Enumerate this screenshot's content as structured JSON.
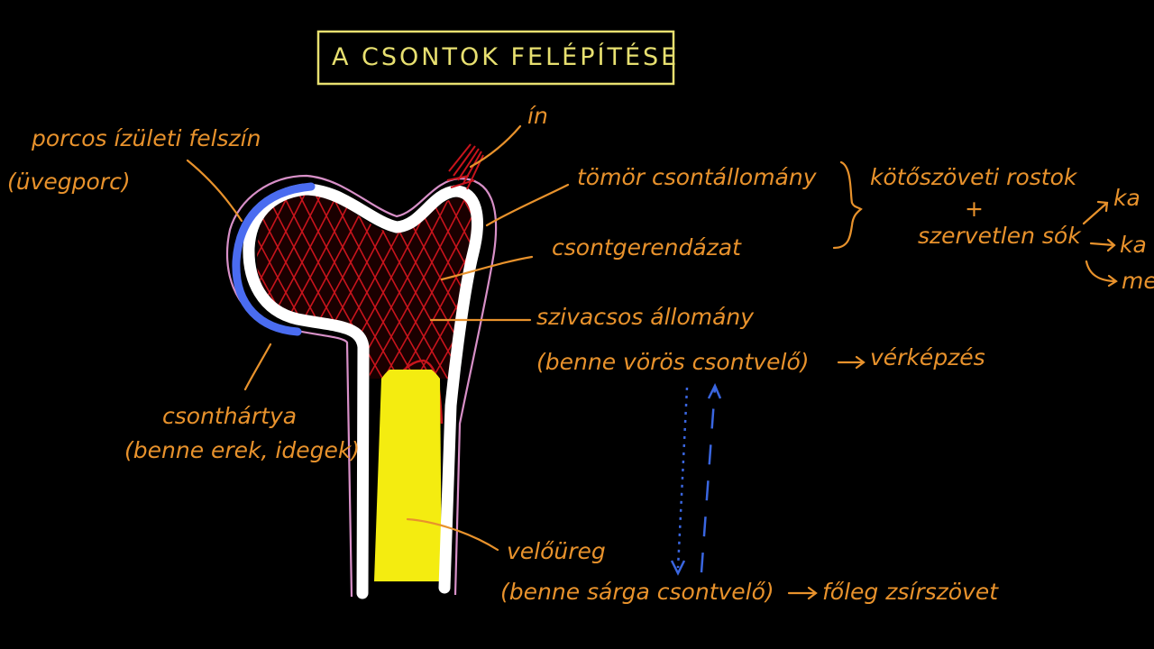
{
  "title": "A CSONTOK FELÉPÍTÉSE",
  "colors": {
    "background": "#000000",
    "label": "#e8922c",
    "title": "#e8e070",
    "bone_wall": "#ffffff",
    "spongy_lattice": "#c8141c",
    "cartilage": "#4a6cf0",
    "periosteum": "#d890c8",
    "yellow_marrow": "#f4ec10",
    "arrows_blue": "#3a66e0"
  },
  "labels": {
    "porcos_line1": "porcos ízületi felszín",
    "porcos_line2": "(üvegporc)",
    "in": "ín",
    "tomor": "tömör csontállomány",
    "kotoszoveti": "kötőszöveti rostok",
    "plus": "+",
    "szervetlen": "szervetlen sók",
    "ka1": "ka",
    "ka2": "ka",
    "me": "me",
    "gerenda": "csontgerendázat",
    "szivacsos": "szivacsos állomány",
    "benne_voros": "(benne vörös csontvelő)",
    "verkepzes": "vérképzés",
    "csonthartya": "csonthártya",
    "benne_erek": "(benne erek, idegek)",
    "veloureg": "velőüreg",
    "benne_sarga": "(benne sárga csontvelő)",
    "foleg": "főleg zsírszövet"
  }
}
